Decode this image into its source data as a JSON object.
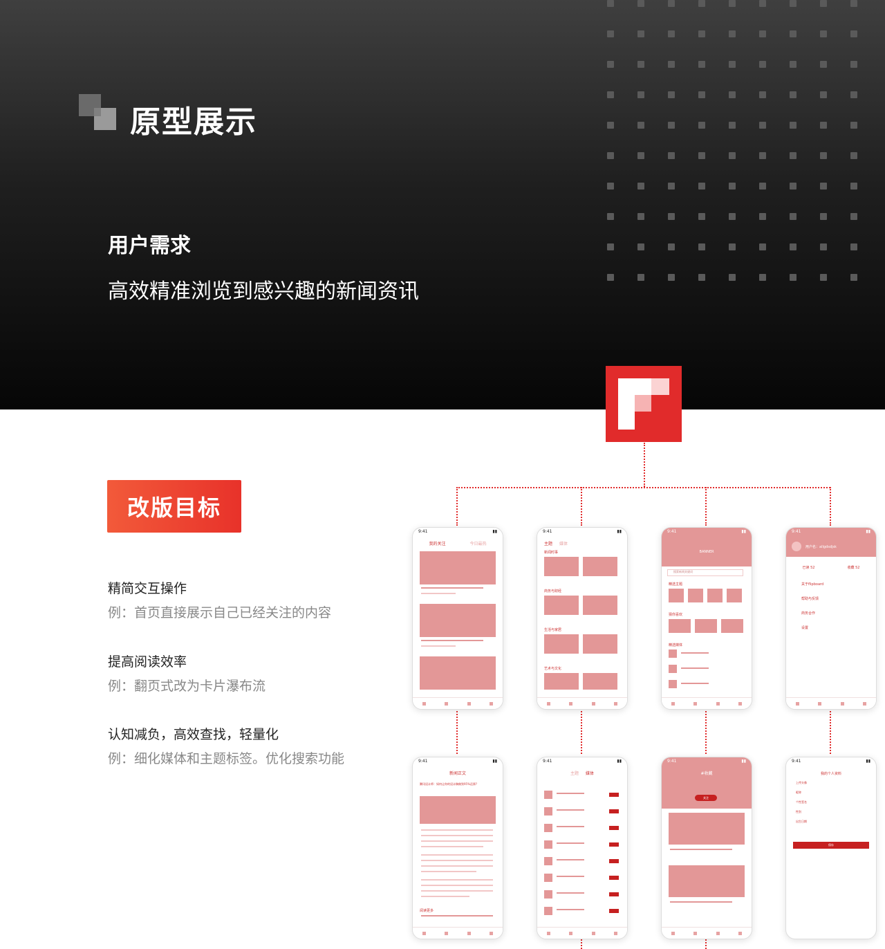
{
  "hero": {
    "title": "原型展示",
    "need_label": "用户需求",
    "need_text": "高效精准浏览到感兴趣的新闻资讯"
  },
  "goals": {
    "button": "改版目标",
    "items": [
      {
        "title": "精简交互操作",
        "example": "例：首页直接展示自己已经关注的内容"
      },
      {
        "title": "提高阅读效率",
        "example": "例：翻页式改为卡片瀑布流"
      },
      {
        "title": "认知减负，高效查找，轻量化",
        "example": "例：细化媒体和主题标签。优化搜索功能"
      }
    ]
  },
  "phones": {
    "time": "9:41",
    "p1": {
      "tab1": "我的关注",
      "tab2": "今日最热"
    },
    "p2": {
      "tab1": "主题",
      "tab2": "媒体",
      "sections": [
        "新闻时事",
        "商务与财经",
        "生活与家居",
        "艺术与文化"
      ]
    },
    "p3": {
      "banner": "BANNER",
      "search": "搜索新闻关键词",
      "s1": "精选主题",
      "s2": "猜你喜欢",
      "s3": "精选媒体"
    },
    "p4": {
      "user": "用户名：allgdsdjsk",
      "follow": "已读 52",
      "fav": "收藏 52",
      "menu": [
        "关于flipboard",
        "帮助与反馈",
        "商务合作",
        "设置"
      ]
    },
    "p5": {
      "title": "新闻正文",
      "headline": "腾讯设计师：如何让你的设计稿做到95%还原?",
      "more": "阅读更多"
    },
    "p6": {
      "tab1": "主题",
      "tab2": "媒体"
    },
    "p7": {
      "tag": "#收藏",
      "follow": "关注"
    },
    "p8": {
      "title": "我的个人资料",
      "fields": [
        "上传头像",
        "昵称",
        "个性签名",
        "性别",
        "出生日期"
      ],
      "save": "保存"
    }
  },
  "colors": {
    "brand": "#e12b2b",
    "proto": "#e39797"
  }
}
